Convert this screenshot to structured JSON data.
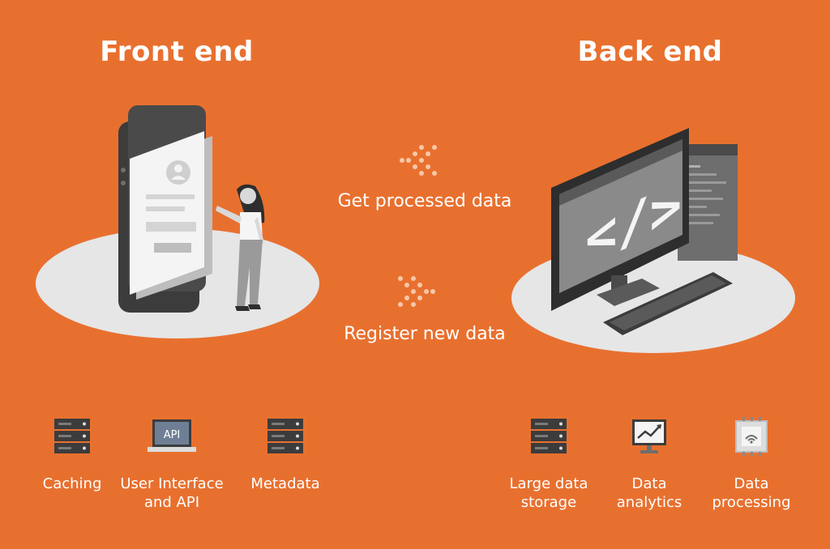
{
  "colors": {
    "background": "#E8702F",
    "platform": "#E6E6E6",
    "dark_gray": "#3C3C3C",
    "mid_gray": "#6E6E6E",
    "light_gray": "#D9D9D9",
    "white": "#FFFFFF"
  },
  "frontend": {
    "title": "Front end",
    "features": [
      {
        "icon": "server-rack-icon",
        "label": "Caching"
      },
      {
        "icon": "api-laptop-icon",
        "icon_text": "API",
        "label": "User Interface and API"
      },
      {
        "icon": "server-rack-icon",
        "label": "Metadata"
      }
    ]
  },
  "backend": {
    "title": "Back end",
    "code_symbol": "</>",
    "features": [
      {
        "icon": "server-rack-icon",
        "label": "Large data storage"
      },
      {
        "icon": "analytics-monitor-icon",
        "label": "Data analytics"
      },
      {
        "icon": "cpu-chip-icon",
        "label": "Data processing"
      }
    ]
  },
  "flows": [
    {
      "direction": "to-frontend",
      "icon": "double-chevron-left-icon",
      "label": "Get processed data"
    },
    {
      "direction": "to-backend",
      "icon": "double-chevron-right-icon",
      "label": "Register new data"
    }
  ]
}
